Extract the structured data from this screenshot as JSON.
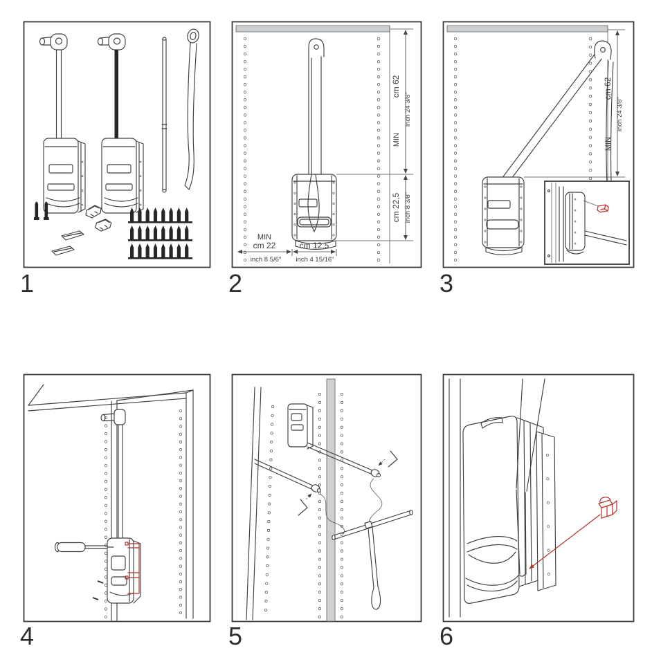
{
  "colors": {
    "line": "#3e3e3e",
    "accent_red": "#b23128",
    "panel_edge_gray": "#ccd0d2",
    "background": "#ffffff"
  },
  "panels": {
    "p1": {
      "number": "1"
    },
    "p2": {
      "number": "2",
      "dim_height": {
        "min": "MIN",
        "cm": "cm 62",
        "inch": "inch 24 3/8\""
      },
      "dim_unit_height": {
        "cm": "cm 22,5",
        "inch": "inch 8 3/8\""
      },
      "dim_depth": {
        "min": "MIN",
        "cm": "cm 22",
        "inch": "inch 8 5/6\""
      },
      "dim_unit_width": {
        "cm": "cm 12,5",
        "inch": "inch 4 15/16\""
      }
    },
    "p3": {
      "number": "3",
      "dim_height": {
        "min": "MIN",
        "cm": "cm 62",
        "inch": "inch 24 3/8\""
      }
    },
    "p4": {
      "number": "4"
    },
    "p5": {
      "number": "5"
    },
    "p6": {
      "number": "6"
    }
  }
}
